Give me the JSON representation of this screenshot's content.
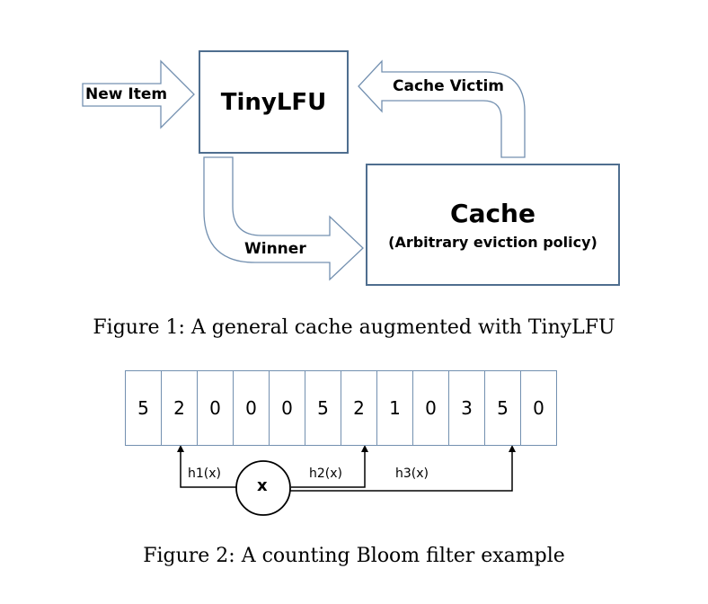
{
  "figure1": {
    "new_item": "New Item",
    "tinylfu": "TinyLFU",
    "cache_victim": "Cache Victim",
    "winner": "Winner",
    "cache_title": "Cache",
    "cache_subtitle": "(Arbitrary eviction policy)",
    "caption": "Figure 1: A general cache augmented with TinyLFU"
  },
  "figure2": {
    "cells": [
      "5",
      "2",
      "0",
      "0",
      "0",
      "5",
      "2",
      "1",
      "0",
      "3",
      "5",
      "0"
    ],
    "input": "x",
    "h1": "h1(x)",
    "h2": "h2(x)",
    "h3": "h3(x)",
    "caption": "Figure 2: A counting Bloom filter example"
  }
}
